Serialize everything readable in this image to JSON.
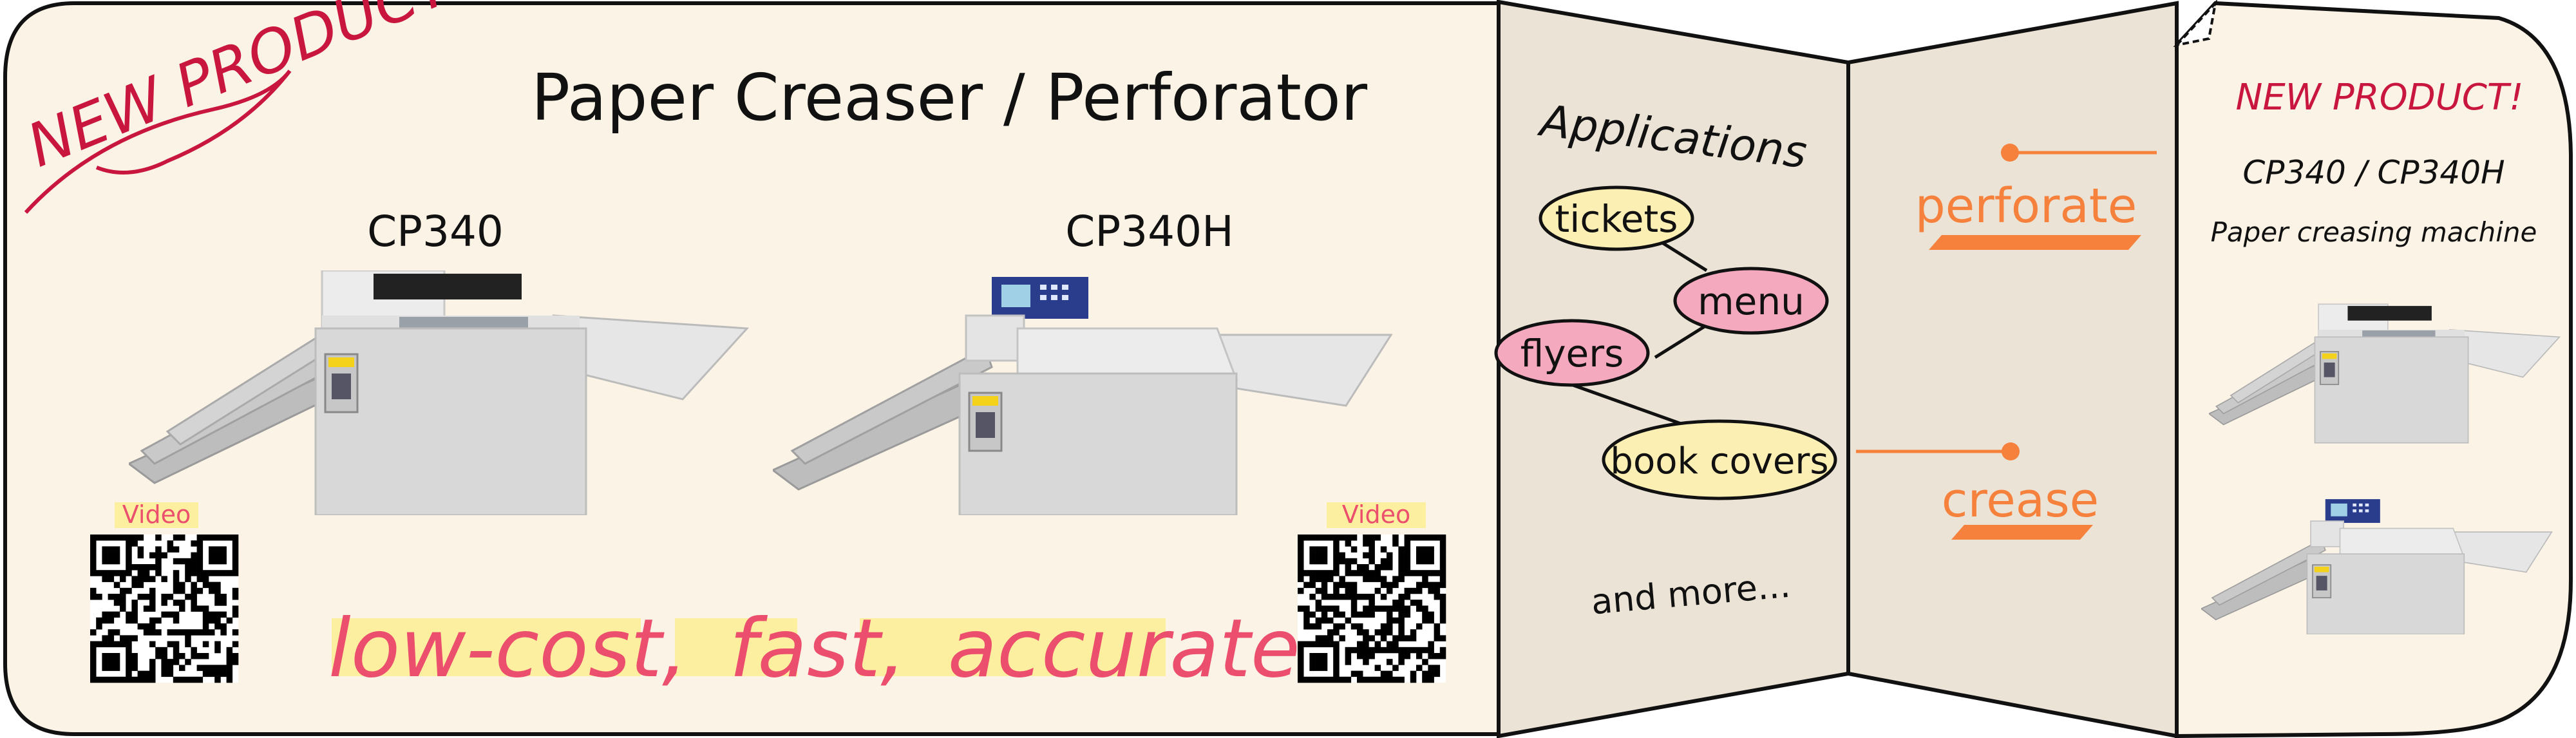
{
  "left_panel": {
    "badge": "NEW PRODUCT!",
    "title": "Paper Creaser / Perforator",
    "products": [
      {
        "model": "CP340",
        "video_label": "Video"
      },
      {
        "model": "CP340H",
        "video_label": "Video"
      }
    ],
    "tagline": [
      "low-cost,",
      "fast,",
      "accurate"
    ]
  },
  "applications": {
    "heading": "Applications",
    "items": [
      "tickets",
      "menu",
      "flyers",
      "book covers"
    ],
    "more": "and more..."
  },
  "functions": {
    "perforate": "perforate",
    "crease": "crease"
  },
  "right_panel": {
    "badge": "NEW PRODUCT!",
    "models": "CP340 / CP340H",
    "description": "Paper creasing machine"
  },
  "colors": {
    "panel_cream": "#fbf3e6",
    "fold_beige": "#ebe3d5",
    "accent_orange": "#f5813d",
    "tagline_pink": "#ec4f6e",
    "highlight_yellow": "#fcef9f",
    "badge_red": "#c8163e",
    "pink_bubble": "#f4a9bf",
    "yellow_bubble": "#fcefb4"
  }
}
